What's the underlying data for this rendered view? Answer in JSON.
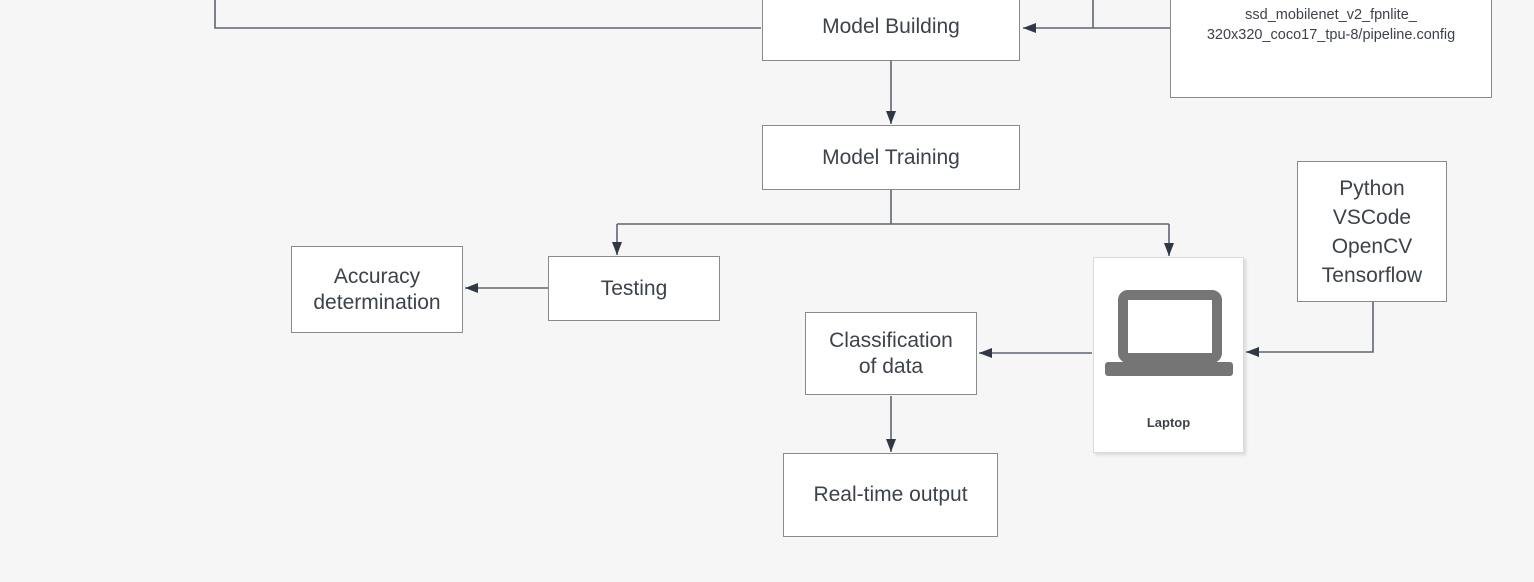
{
  "diagram": {
    "description": "Object detection model workflow flowchart",
    "colors": {
      "background": "#f6f6f7",
      "node_fill": "#ffffff",
      "node_border": "#878b90",
      "connector": "#5f6672",
      "arrowhead": "#2f3844",
      "text": "#3d434a",
      "laptop_icon": "#757575",
      "laptop_box_border": "#d9dbdd"
    },
    "nodes": {
      "model_building": {
        "label": "Model Building"
      },
      "pipeline_config": {
        "label": "ssd_mobilenet_v2_fpnlite_\n320x320_coco17_tpu-8/pipeline.config"
      },
      "model_training": {
        "label": "Model Training"
      },
      "accuracy_determination": {
        "label": "Accuracy\ndetermination"
      },
      "testing": {
        "label": "Testing"
      },
      "classification_of_data": {
        "label": "Classification\nof data"
      },
      "python_stack": {
        "label": "Python\nVSCode\nOpenCV\nTensorflow"
      },
      "laptop": {
        "label": "Laptop"
      },
      "real_time_output": {
        "label": "Real-time output"
      }
    },
    "edges": [
      "offscreen-left → Model Building",
      "pipeline.config → Model Building",
      "offscreen-top → Model Building",
      "Model Building → Model Training",
      "Model Training → Testing",
      "Model Training → Laptop",
      "Testing → Accuracy determination",
      "Laptop → Classification of data",
      "Python stack → Laptop",
      "Classification of data → Real-time output"
    ]
  }
}
